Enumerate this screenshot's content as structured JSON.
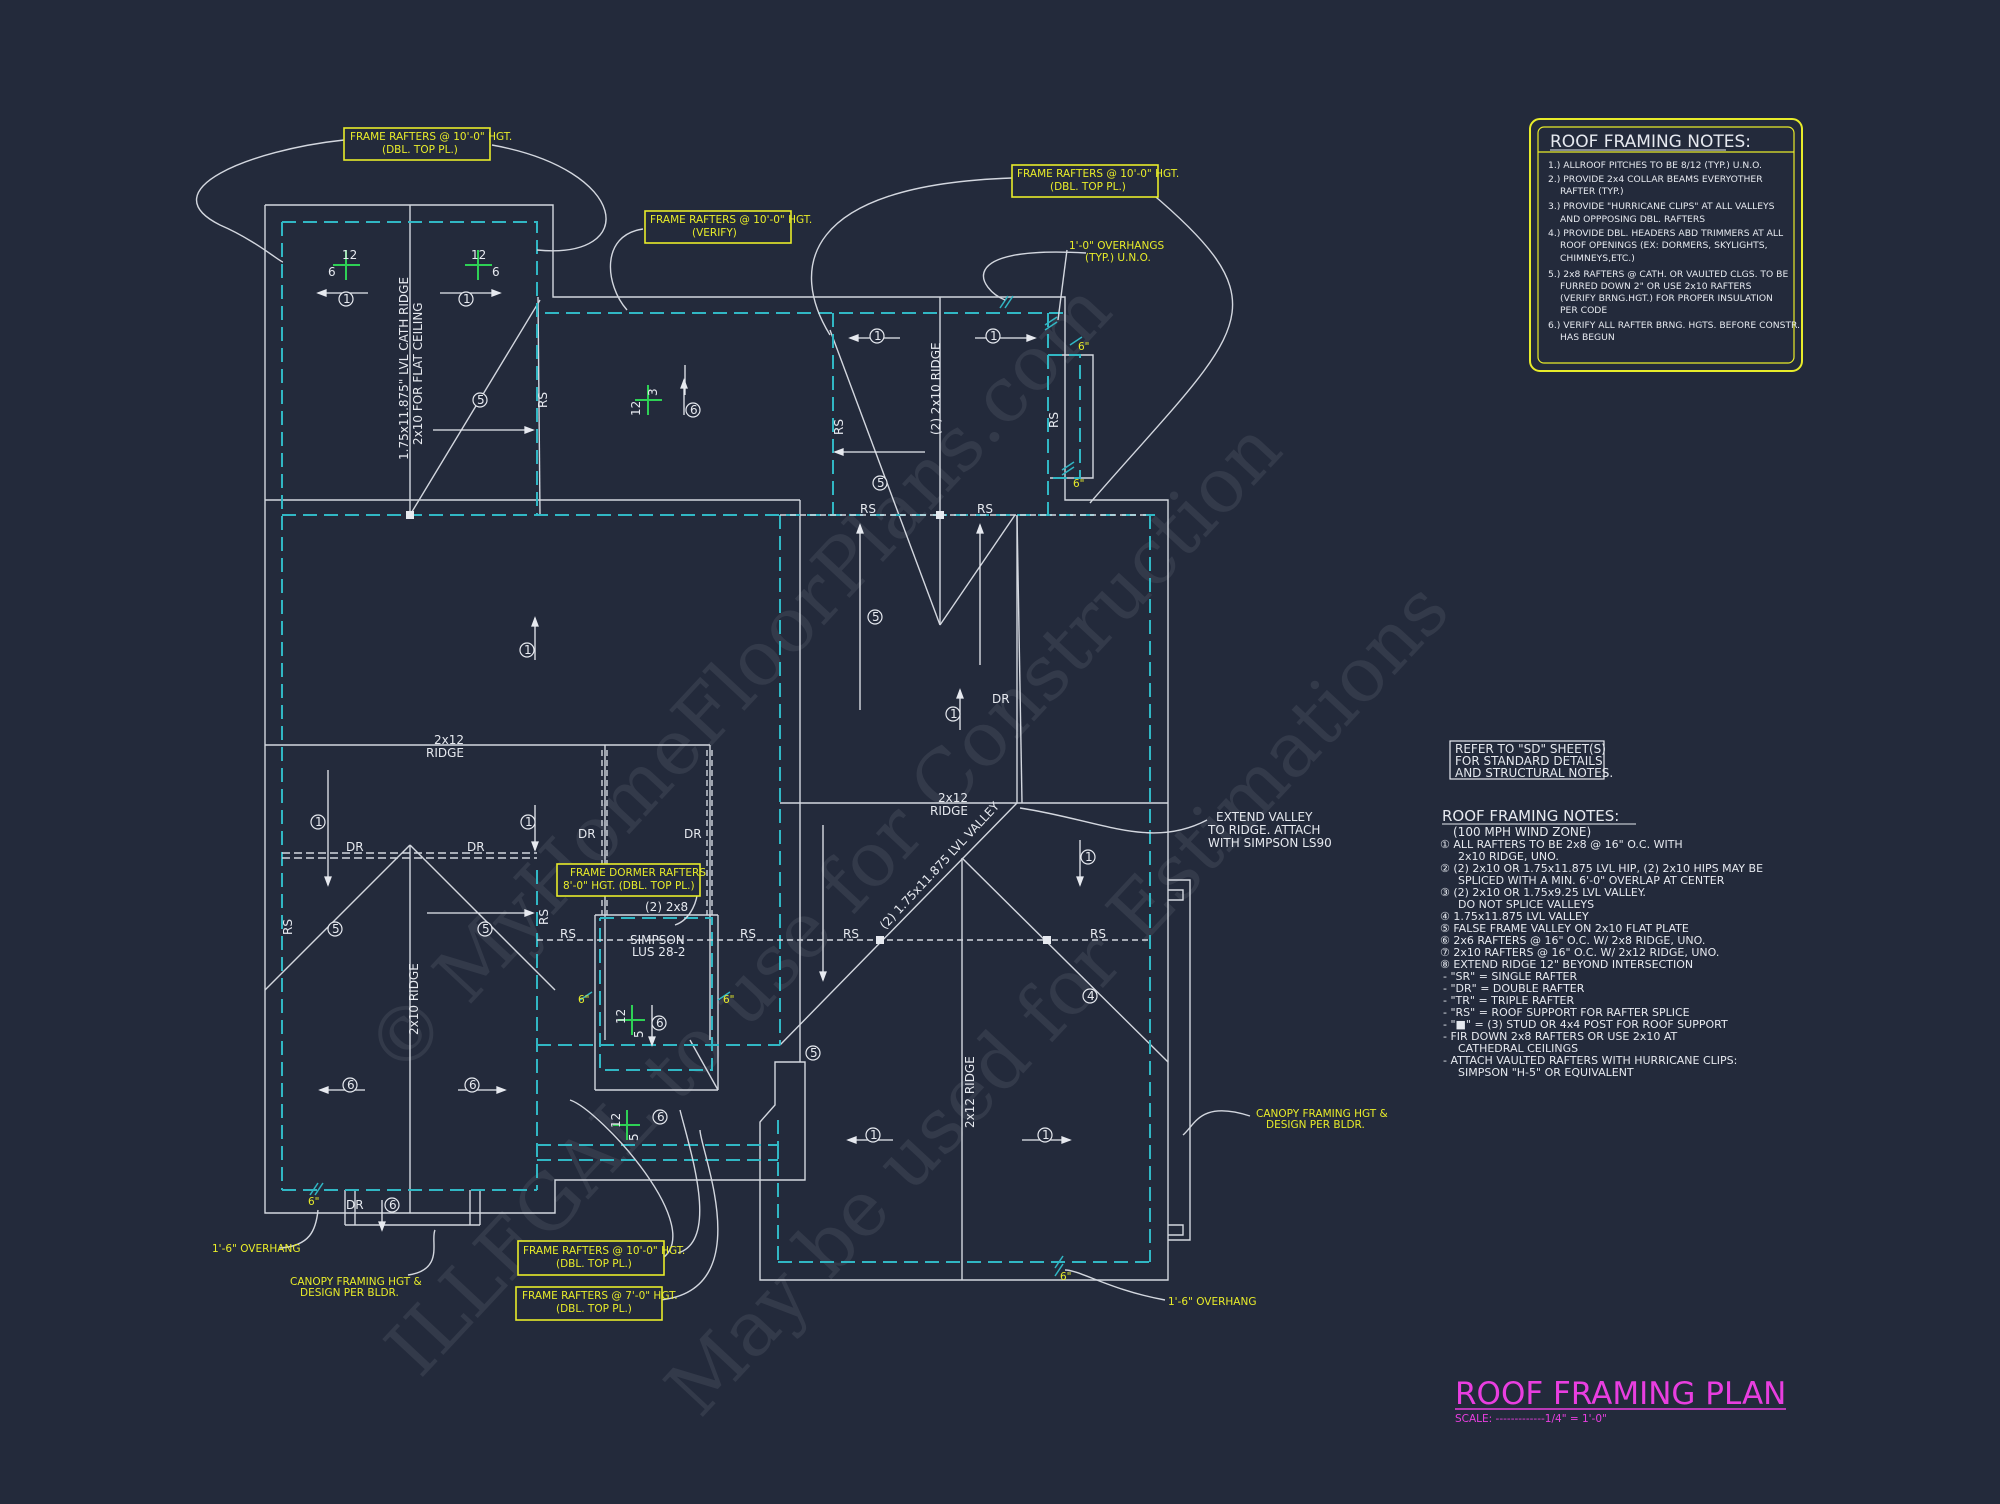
{
  "sheet": {
    "title": "ROOF FRAMING PLAN",
    "scale_label": "SCALE: -------------1/4\" = 1'-0\"",
    "colors": {
      "background": "#232a3b",
      "lines": "#d3d7df",
      "dashed_walls": "#31b7c4",
      "pitch_marks": "#2ed155",
      "callouts": "#e8ec2a",
      "title": "#e93ee0"
    }
  },
  "watermark": {
    "line1": "© MyHomeFloorPlans.com",
    "line2": "ILLEGAL to use for Construction",
    "line3": "May be used for Estimations"
  },
  "notes_top": {
    "title": "ROOF FRAMING NOTES:",
    "items": [
      "1.) ALLROOF PITCHES TO BE 8/12 (TYP.) U.N.O.",
      "2.) PROVIDE 2x4 COLLAR BEAMS EVERYOTHER",
      "RAFTER (TYP.)",
      "3.) PROVIDE \"HURRICANE CLIPS\" AT ALL VALLEYS",
      "AND OPPPOSING DBL. RAFTERS",
      "4.) PROVIDE DBL. HEADERS ABD TRIMMERS AT ALL",
      "ROOF OPENINGS (EX: DORMERS, SKYLIGHTS,",
      "CHIMNEYS,ETC.)",
      "5.) 2x8 RAFTERS @ CATH. OR VAULTED CLGS. TO BE",
      "FURRED DOWN 2\" OR USE 2x10 RAFTERS",
      "(VERIFY BRNG.HGT.) FOR PROPER INSULATION",
      "PER CODE",
      "6.) VERIFY ALL RAFTER BRNG. HGTS. BEFORE CONSTR.",
      "HAS BEGUN"
    ]
  },
  "refer_box": {
    "lines": [
      "REFER TO \"SD\" SHEET(S)",
      "FOR STANDARD DETAILS",
      "AND STRUCTURAL NOTES."
    ]
  },
  "notes_bottom": {
    "title": "ROOF FRAMING NOTES:",
    "subtitle": "(100 MPH WIND ZONE)",
    "items": [
      "① ALL RAFTERS TO BE 2x8 @ 16\" O.C. WITH",
      "2x10 RIDGE, UNO.",
      "② (2) 2x10 OR 1.75x11.875 LVL HIP, (2) 2x10 HIPS MAY BE",
      "SPLICED WITH A MIN. 6'-0\" OVERLAP AT CENTER",
      "③ (2) 2x10 OR 1.75x9.25 LVL VALLEY.",
      "DO NOT SPLICE VALLEYS",
      "④ 1.75x11.875 LVL VALLEY",
      "⑤ FALSE FRAME VALLEY ON 2x10 FLAT PLATE",
      "⑥ 2x6 RAFTERS @ 16\" O.C. W/ 2x8 RIDGE, UNO.",
      "⑦ 2x10 RAFTERS @ 16\" O.C. W/ 2x12 RIDGE, UNO.",
      "⑧ EXTEND RIDGE 12\" BEYOND INTERSECTION",
      "- \"SR\" = SINGLE RAFTER",
      "- \"DR\" = DOUBLE RAFTER",
      "- \"TR\" = TRIPLE RAFTER",
      "- \"RS\" = ROOF SUPPORT FOR RAFTER SPLICE",
      "- \"■\" = (3) STUD OR 4x4 POST FOR ROOF SUPPORT",
      "- FIR DOWN 2x8 RAFTERS OR USE 2x10 AT",
      "CATHEDRAL CEILINGS",
      "- ATTACH VAULTED RAFTERS WITH HURRICANE CLIPS:",
      "SIMPSON \"H-5\" OR EQUIVALENT"
    ]
  },
  "callouts": {
    "frame_top_left": [
      "FRAME RAFTERS @ 10'-0\" HGT.",
      "(DBL. TOP PL.)"
    ],
    "frame_verify": [
      "FRAME RAFTERS @ 10'-0\" HGT.",
      "(VERIFY)"
    ],
    "frame_top_right": [
      "FRAME RAFTERS @ 10'-0\" HGT.",
      "(DBL. TOP PL.)"
    ],
    "overhang_top": [
      "1'-0\" OVERHANGS",
      "(TYP.) U.N.O."
    ],
    "frame_dormer": [
      "FRAME DORMER RAFTERS",
      "8'-0\" HGT. (DBL. TOP PL.)"
    ],
    "frame_bottom_1": [
      "FRAME RAFTERS @ 10'-0\" HGT.",
      "(DBL. TOP PL.)"
    ],
    "frame_bottom_2": [
      "FRAME RAFTERS @ 7'-0\" HGT.",
      "(DBL. TOP PL.)"
    ],
    "overhang_left": "1'-6\" OVERHANG",
    "canopy_left": [
      "CANOPY FRAMING HGT &",
      "DESIGN PER BLDR."
    ],
    "canopy_right": [
      "CANOPY FRAMING HGT &",
      "DESIGN PER BLDR."
    ],
    "overhang_bottom": "1'-6\" OVERHANG",
    "extend_valley": [
      "EXTEND VALLEY",
      "TO RIDGE. ATTACH",
      "WITH SIMPSON LS90"
    ]
  },
  "labels": {
    "lvl_ridge": "1.75x11.875\" LVL CATH RIDGE",
    "flat_ceiling": "2x10 FOR FLAT CEILING",
    "ridge_2x12": "2x12",
    "ridge": "RIDGE",
    "ridge_2x12_b": "2x12",
    "ridge_b": "RIDGE",
    "ridge_2x10_v": "(2) 2x10 RIDGE",
    "ridge_2x10_l": "2x10 RIDGE",
    "ridge_2x12_r": "2x12 RIDGE",
    "dbl_2x8": "(2) 2x8",
    "simpson": "SIMPSON",
    "lus": "LUS 28-2",
    "lvl_valley": "(2) 1.75x11.875 LVL VALLEY",
    "rs": "RS",
    "dr": "DR",
    "p12": "12",
    "p6": "6",
    "p5": "5",
    "p3": "3",
    "dim6": "6\"",
    "n1": "1",
    "n4": "4",
    "n5": "5",
    "n6": "6"
  }
}
